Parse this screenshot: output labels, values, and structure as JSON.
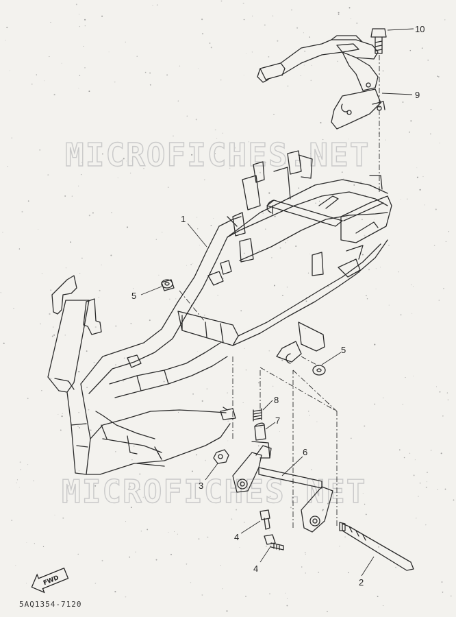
{
  "watermark": {
    "text": "MICROFICHES.NET"
  },
  "callouts": [
    {
      "id": "1",
      "label": "1"
    },
    {
      "id": "2",
      "label": "2"
    },
    {
      "id": "3",
      "label": "3"
    },
    {
      "id": "4a",
      "label": "4"
    },
    {
      "id": "4b",
      "label": "4"
    },
    {
      "id": "5a",
      "label": "5"
    },
    {
      "id": "5b",
      "label": "5"
    },
    {
      "id": "6",
      "label": "6"
    },
    {
      "id": "7",
      "label": "7"
    },
    {
      "id": "8",
      "label": "8"
    },
    {
      "id": "9",
      "label": "9"
    },
    {
      "id": "10",
      "label": "10"
    }
  ],
  "fwd_arrow": {
    "label": "FWD"
  },
  "reference_code": "5AQ1354-7120",
  "colors": {
    "line": "#2a2a2a",
    "paper": "#f3f2ee",
    "watermark": "#c9c9c9"
  }
}
